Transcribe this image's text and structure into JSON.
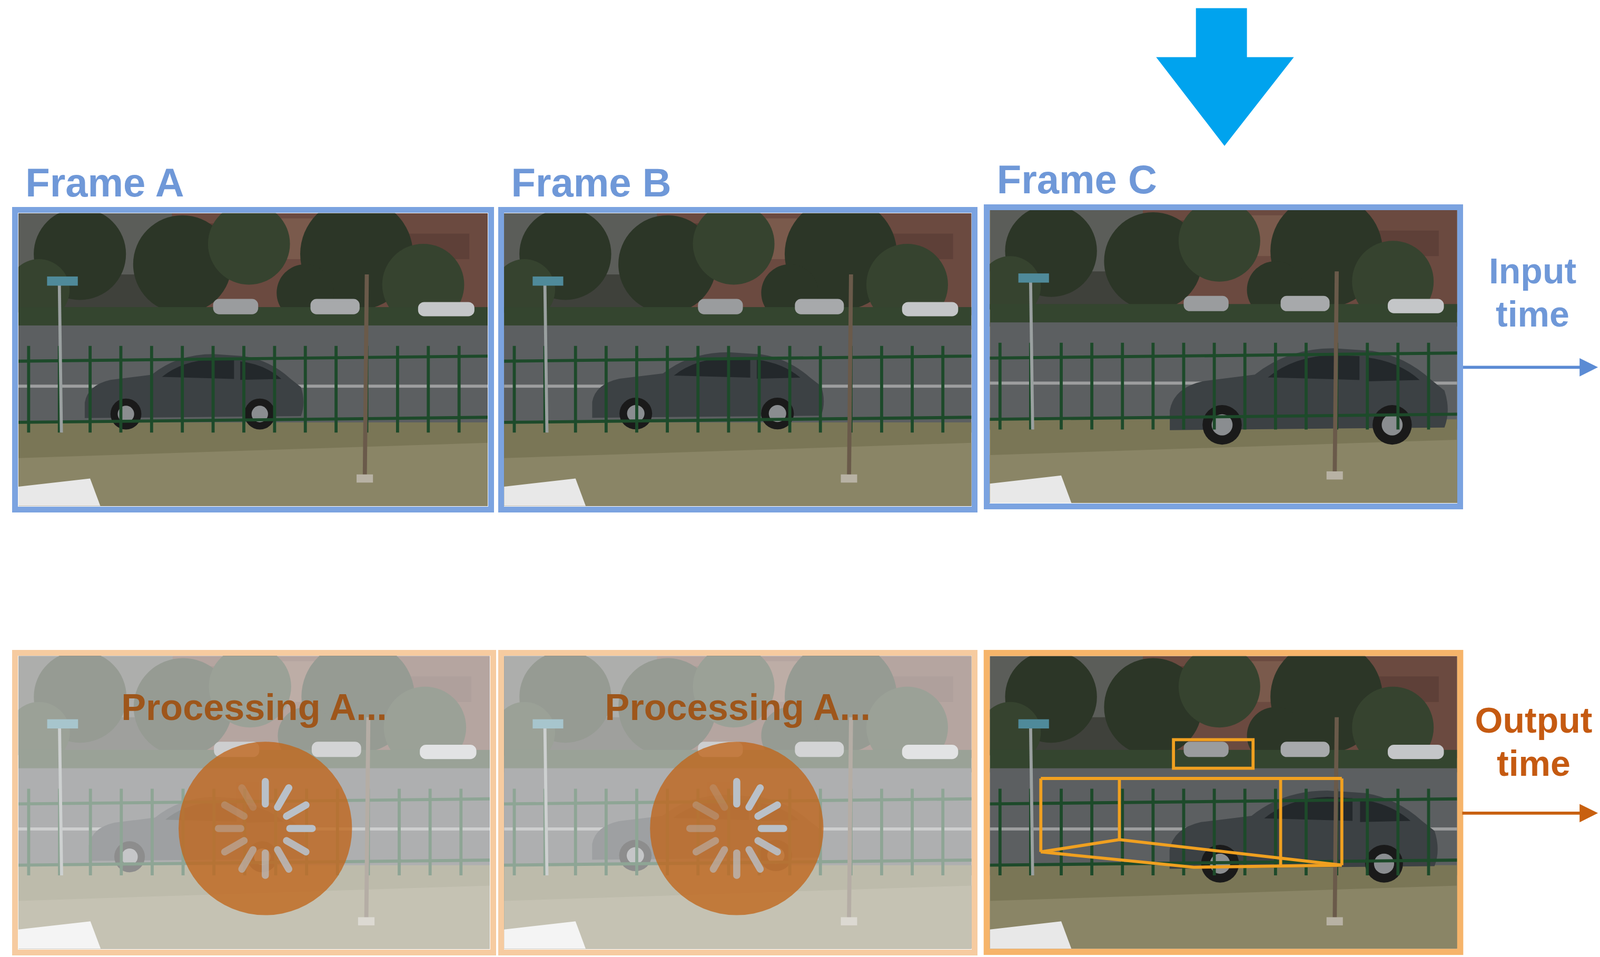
{
  "diagram": {
    "nodes": [
      {
        "text": [
          "Frame A"
        ]
      },
      {
        "text": [
          "Frame B"
        ]
      },
      {
        "text": [
          "Frame C"
        ]
      },
      {
        "text": [
          "Processing A..."
        ]
      },
      {
        "text": [
          "Processing A..."
        ]
      }
    ],
    "labels": [
      "Input time",
      "Output time"
    ]
  }
}
